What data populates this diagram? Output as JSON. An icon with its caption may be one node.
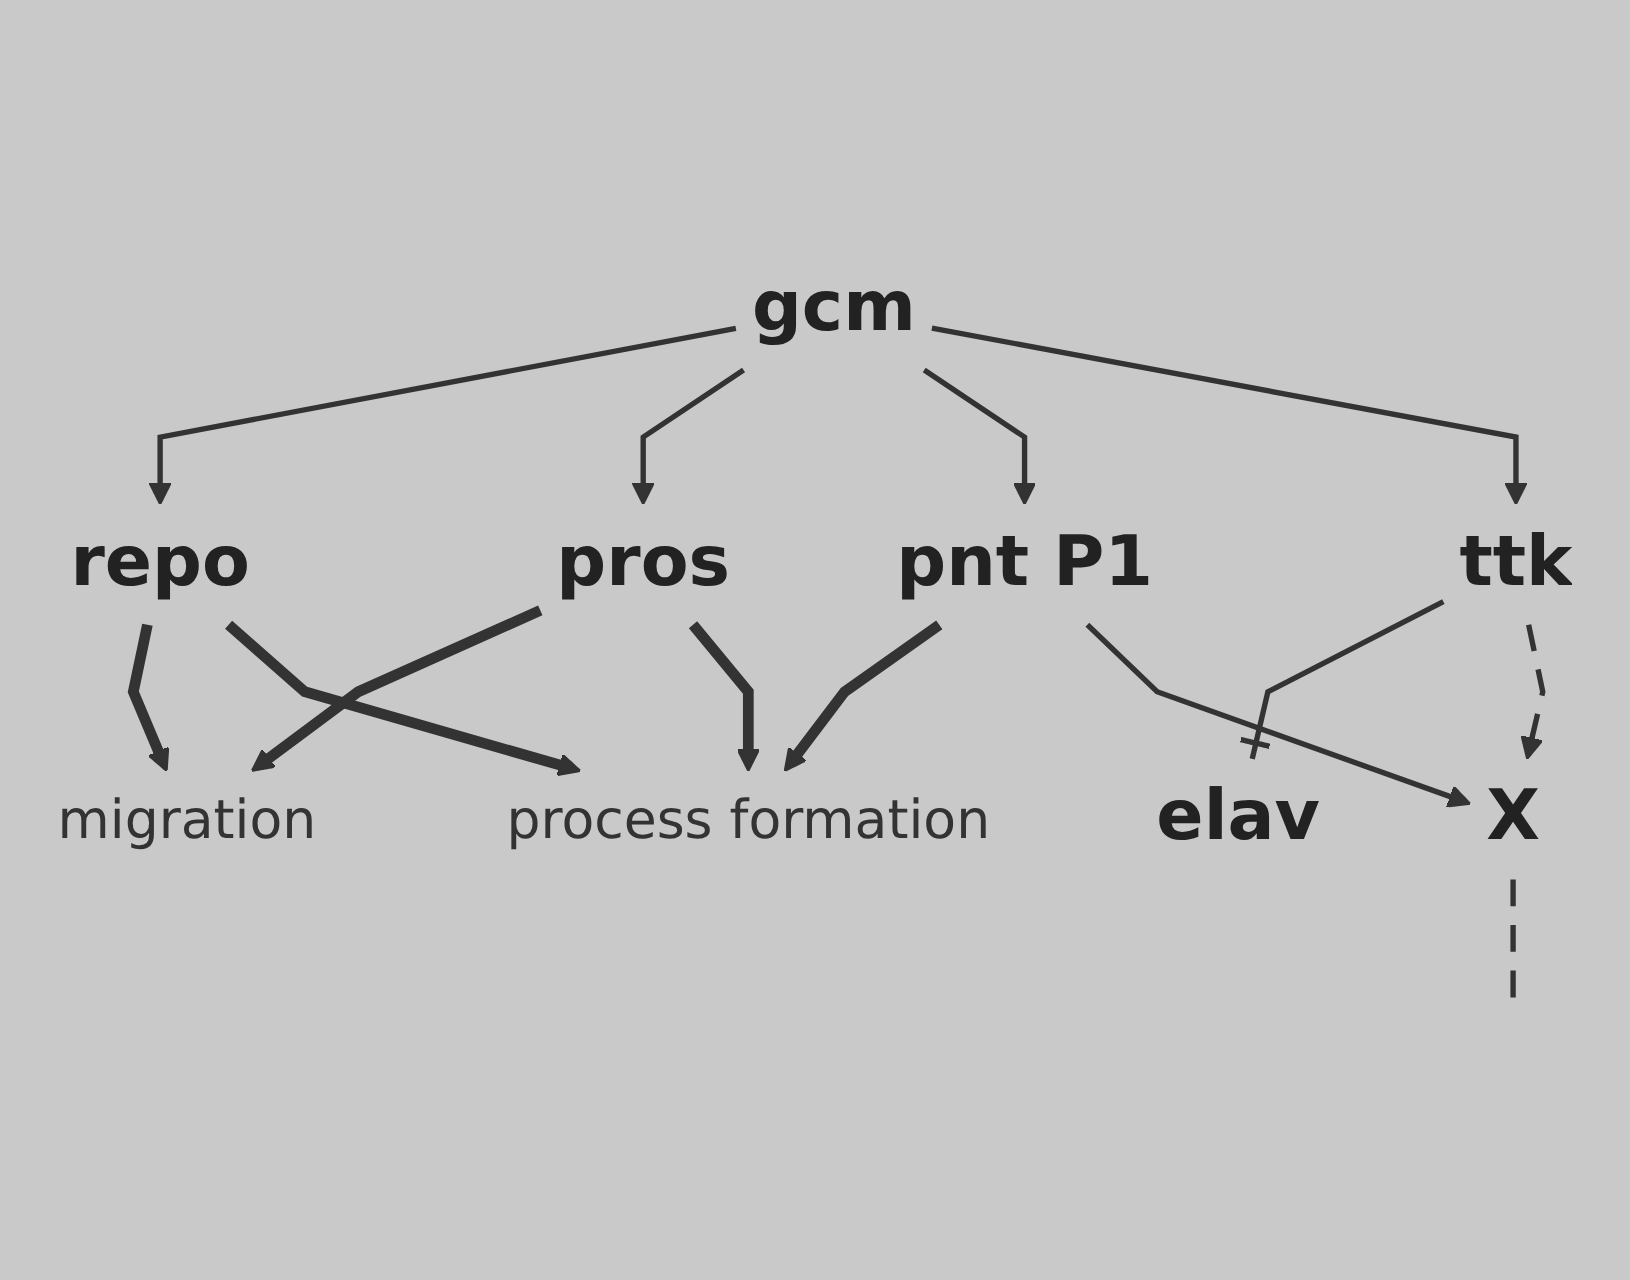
{
  "diagram": {
    "nodes": [
      {
        "text": [
          "gcm"
        ]
      },
      {
        "text": [
          "repo"
        ]
      },
      {
        "text": [
          "pros"
        ]
      },
      {
        "text": [
          "pnt P1"
        ]
      },
      {
        "text": [
          "ttk"
        ]
      },
      {
        "text": [
          "elav"
        ]
      },
      {
        "text": [
          "migration"
        ]
      },
      {
        "text": [
          "process formation"
        ]
      },
      {
        "text": [
          "X"
        ]
      }
    ],
    "edges": [
      {
        "from": 0,
        "to": 1,
        "arrow": "to"
      },
      {
        "from": 0,
        "to": 2,
        "arrow": "to"
      },
      {
        "from": 0,
        "to": 3,
        "arrow": "to"
      },
      {
        "from": 0,
        "to": 4,
        "arrow": "to"
      },
      {
        "from": 1,
        "to": 6,
        "arrow": "to",
        "style": "thick"
      },
      {
        "from": 1,
        "to": 7,
        "arrow": "to",
        "style": "thick"
      },
      {
        "from": 2,
        "to": 6,
        "arrow": "to",
        "style": "thick"
      },
      {
        "from": 2,
        "to": 7,
        "arrow": "to",
        "style": "thick"
      },
      {
        "from": 3,
        "to": 7,
        "arrow": "to",
        "style": "thick"
      },
      {
        "from": 3,
        "to": 8,
        "arrow": "to"
      },
      {
        "from": 4,
        "to": 5,
        "arrow": "other"
      },
      {
        "from": 4,
        "to": 8,
        "arrow": "to",
        "style": "dashed"
      },
      {
        "from": 8,
        "to": null,
        "arrow": "none",
        "style": "dashed"
      }
    ]
  }
}
